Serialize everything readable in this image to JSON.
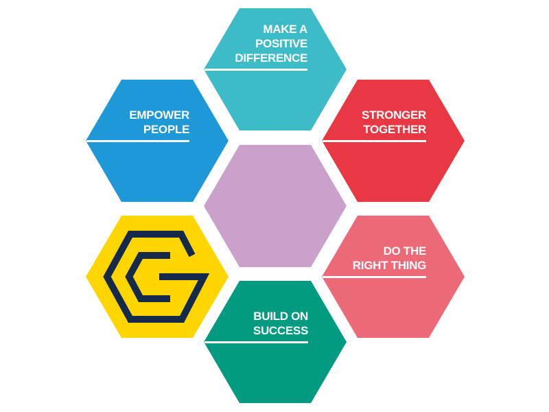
{
  "hexagons": [
    {
      "id": "make-a-positive-difference",
      "lines": [
        "MAKE A",
        "POSITIVE",
        "DIFFERENCE"
      ],
      "color": "#3dbcc8"
    },
    {
      "id": "empower-people",
      "lines": [
        "EMPOWER",
        "PEOPLE"
      ],
      "color": "#1e98d6"
    },
    {
      "id": "stronger-together",
      "lines": [
        "STRONGER",
        "TOGETHER"
      ],
      "color": "#e73843"
    },
    {
      "id": "center",
      "lines": [],
      "color": "#c9a1cb"
    },
    {
      "id": "logo",
      "lines": [],
      "color": "#fdd600",
      "logo_color": "#152a4a",
      "logo": "G-monogram"
    },
    {
      "id": "do-the-right-thing",
      "lines": [
        "DO THE",
        "RIGHT THING"
      ],
      "color": "#ec6977"
    },
    {
      "id": "build-on-success",
      "lines": [
        "BUILD ON",
        "SUCCESS"
      ],
      "color": "#029a80"
    }
  ]
}
